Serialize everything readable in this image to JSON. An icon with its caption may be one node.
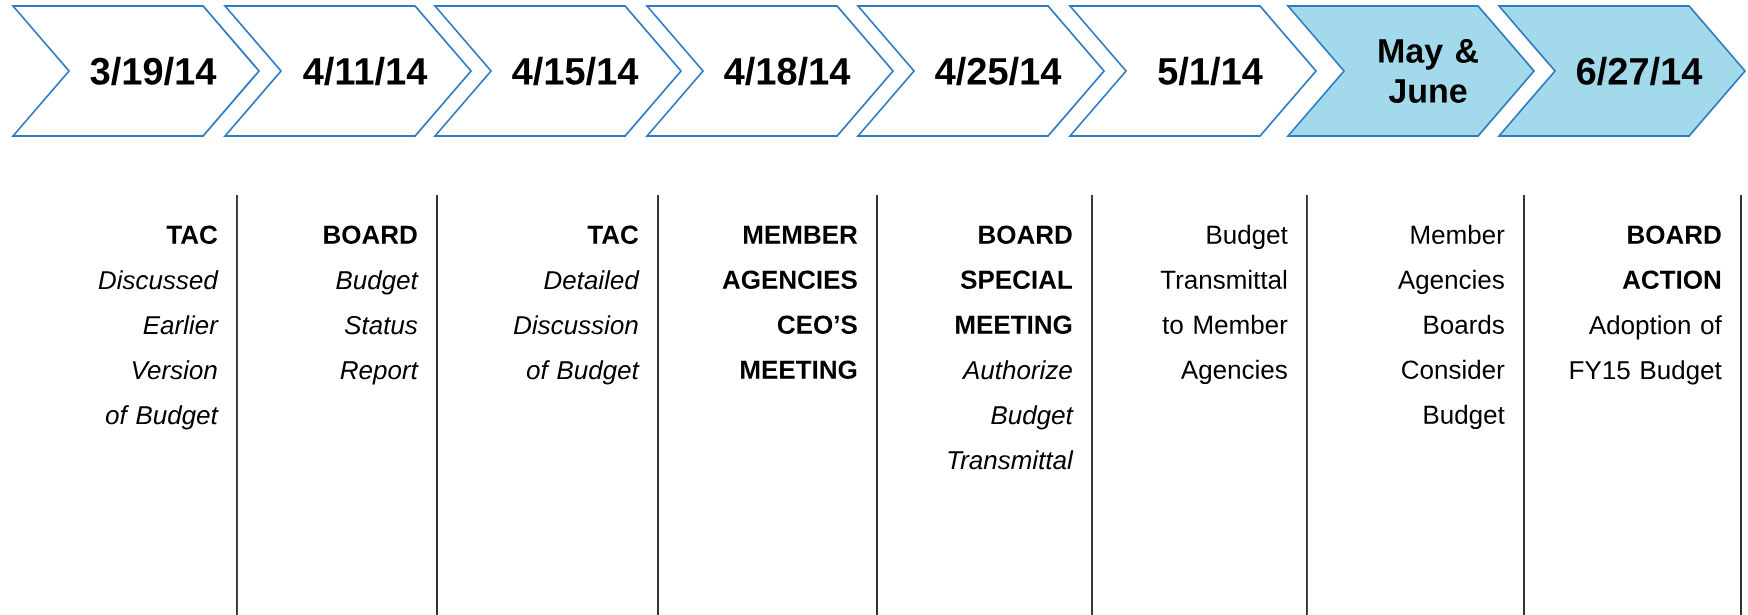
{
  "diagram": {
    "nodes": [
      {
        "text": [
          "3/19/14"
        ]
      },
      {
        "text": [
          "4/11/14"
        ]
      },
      {
        "text": [
          "4/15/14"
        ]
      },
      {
        "text": [
          "4/18/14"
        ]
      },
      {
        "text": [
          "4/25/14"
        ]
      },
      {
        "text": [
          "5/1/14"
        ]
      },
      {
        "text": [
          "May & June"
        ]
      },
      {
        "text": [
          "6/27/14"
        ]
      }
    ],
    "labels": [
      "TAC",
      "Discussed Earlier Version of Budget",
      "BOARD",
      "Budget Status Report",
      "TAC",
      "Detailed Discussion of Budget",
      "MEMBER AGENCIES CEO’S MEETING",
      "BOARD SPECIAL MEETING",
      "Authorize Budget Transmittal",
      "Budget Transmittal to Member Agencies",
      "Member Agencies Boards Consider Budget",
      "BOARD ACTION",
      "Adoption of FY15 Budget"
    ]
  }
}
